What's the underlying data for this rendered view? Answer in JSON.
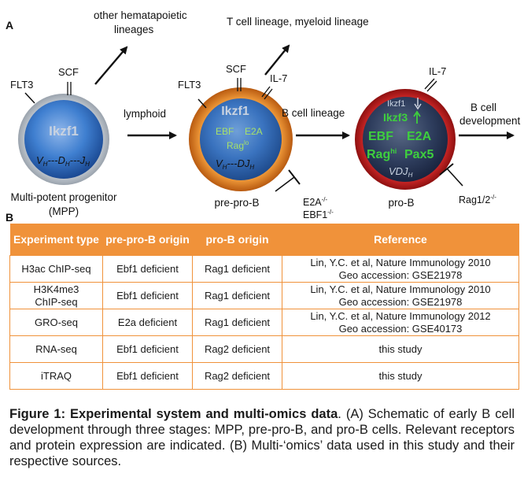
{
  "panel_a": {
    "label": "A",
    "mpp": {
      "flt3": "FLT3",
      "scf": "SCF",
      "protein": "Ikzf1",
      "segment_v": "V",
      "segment_v_sub": "H",
      "segment_d": "---D",
      "segment_d_sub": "H",
      "segment_j": "---J",
      "segment_j_sub": "H",
      "caption_line1": "Multi-potent progenitor",
      "caption_line2": "(MPP)",
      "branch_label_line1": "other hematapoietic",
      "branch_label_line2": "lineages",
      "arrow_label": "lymphoid"
    },
    "prepro_b": {
      "flt3": "FLT3",
      "scf": "SCF",
      "il7": "IL-7",
      "protein": "Ikzf1",
      "ebf": "EBF",
      "e2a": "E2A",
      "rag": "Rag",
      "rag_sup": "lo",
      "segment_v": "V",
      "segment_v_sub": "H",
      "segment_dj": "---DJ",
      "segment_dj_sub": "H",
      "caption": "pre-pro-B",
      "branch_label": "T cell lineage, myeloid lineage",
      "arrow_label": "B cell lineage",
      "block_e2a": "E2A",
      "block_e2a_sup": "-/-",
      "block_ebf1": "EBF1",
      "block_ebf1_sup": "-/-"
    },
    "pro_b": {
      "il7": "IL-7",
      "protein_low": "Ikzf1",
      "protein_high": "Ikzf3",
      "ebf": "EBF",
      "e2a": "E2A",
      "rag": "Rag",
      "rag_sup": "hi",
      "pax5": "Pax5",
      "segment_vdj": "VDJ",
      "segment_vdj_sub": "H",
      "caption": "pro-B",
      "arrow_label_line1": "B cell",
      "arrow_label_line2": "development",
      "block_rag": "Rag1/2",
      "block_rag_sup": "-/-"
    },
    "colors": {
      "mpp_core": "#2f6fc4",
      "prepro_ring": "#e07c1e",
      "prob_ring": "#c8181c",
      "green_text": "#3ecf3e"
    }
  },
  "panel_b": {
    "label": "B",
    "headers": [
      "Experiment type",
      "pre-pro-B origin",
      "pro-B origin",
      "Reference"
    ],
    "rows": [
      {
        "type": "H3ac ChIP-seq",
        "prepro": "Ebf1 deficient",
        "prob": "Rag1 deficient",
        "ref_line1": "Lin, Y.C. et al, Nature Immunology 2010",
        "ref_line2": "Geo accession: GSE21978"
      },
      {
        "type": "H3K4me3 ChIP-seq",
        "prepro": "Ebf1 deficient",
        "prob": "Rag1 deficient",
        "ref_line1": "Lin, Y.C. et al, Nature Immunology 2010",
        "ref_line2": "Geo accession: GSE21978"
      },
      {
        "type": "GRO-seq",
        "prepro": "E2a deficient",
        "prob": "Rag1 deficient",
        "ref_line1": "Lin, Y.C. et al, Nature Immunology 2012",
        "ref_line2": "Geo accession: GSE40173"
      },
      {
        "type": "RNA-seq",
        "prepro": "Ebf1 deficient",
        "prob": "Rag2 deficient",
        "ref_line1": "this study",
        "ref_line2": ""
      },
      {
        "type": "iTRAQ",
        "prepro": "Ebf1 deficient",
        "prob": "Rag2 deficient",
        "ref_line1": "this study",
        "ref_line2": ""
      }
    ],
    "header_color": "#f0923a"
  },
  "caption": {
    "bold": "Figure 1: Experimental system and multi-omics data",
    "text": ". (A) Schematic of early B cell development through three stages: MPP, pre-pro-B, and pro-B cells. Relevant receptors and protein expression are indicated. (B) Multi-‘omics’ data used in this study and their respective sources."
  }
}
